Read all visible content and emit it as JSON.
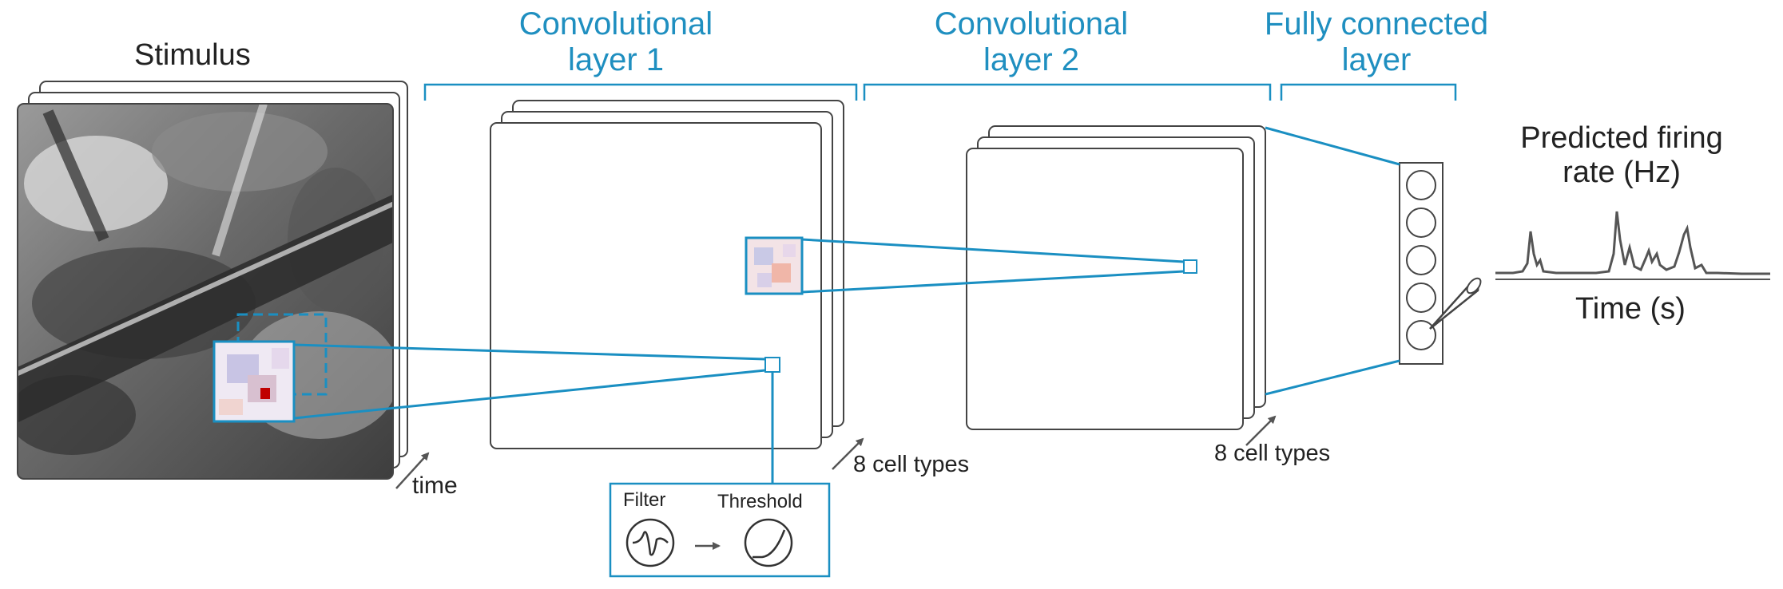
{
  "diagram": {
    "stimulus": {
      "title": "Stimulus",
      "axis_label": "time"
    },
    "layers": [
      {
        "title_line1": "Convolutional",
        "title_line2": "layer 1",
        "depth_label": "8 cell types"
      },
      {
        "title_line1": "Convolutional",
        "title_line2": "layer 2",
        "depth_label": "8 cell types"
      },
      {
        "title_line1": "Fully connected",
        "title_line2": "layer",
        "units": 5
      }
    ],
    "nonlinearity": {
      "filter_label": "Filter",
      "threshold_label": "Threshold"
    },
    "output": {
      "title_line1": "Predicted firing",
      "title_line2": "rate (Hz)",
      "xlabel": "Time (s)"
    },
    "colors": {
      "accent": "#1a8fc2",
      "frame": "#444444",
      "arrow": "#555555"
    }
  }
}
